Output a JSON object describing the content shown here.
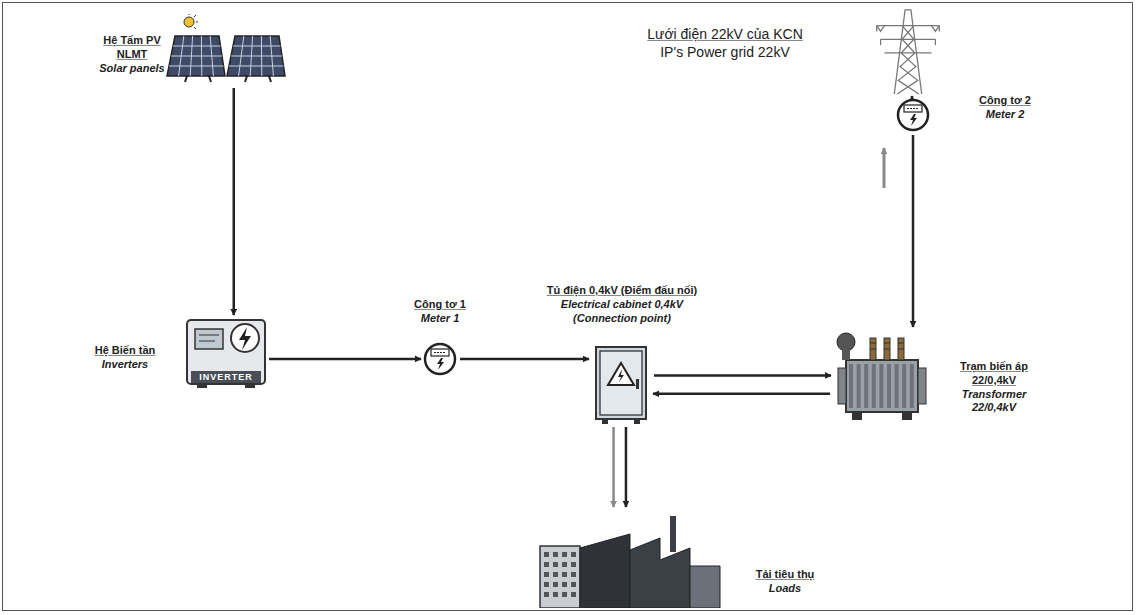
{
  "diagram": {
    "nodes": [
      {
        "text": [
          "Hệ Tấm PV NLMT",
          "Solar panels"
        ]
      },
      {
        "text": [
          "Lưới điện 22kV của KCN",
          "IP's Power grid 22kV"
        ]
      },
      {
        "text": [
          "Hệ Biến tần",
          "Inverters"
        ]
      },
      {
        "text": [
          "Công tơ 1",
          "Meter 1"
        ]
      },
      {
        "text": [
          "Tủ điện 0,4kV (Điểm đấu nối)",
          "Electrical cabinet 0,4kV (Connection point)"
        ]
      },
      {
        "text": [
          "Công tơ 2",
          "Meter 2"
        ]
      },
      {
        "text": [
          "Trạm biến áp 22/0,4kV",
          "Transformer 22/0,4kV"
        ]
      },
      {
        "text": [
          "Tải tiêu thụ",
          "Loads"
        ]
      }
    ],
    "edges": [
      {
        "from": 0,
        "to": 2,
        "arrow": "to"
      },
      {
        "from": 2,
        "to": 3,
        "arrow": "to"
      },
      {
        "from": 3,
        "to": 4,
        "arrow": "to"
      },
      {
        "from": 4,
        "to": 6,
        "arrow": "to"
      },
      {
        "from": 6,
        "to": 4,
        "arrow": "to"
      },
      {
        "from": 1,
        "to": 5,
        "arrow": "to"
      },
      {
        "from": 5,
        "to": 6,
        "arrow": "to"
      },
      {
        "from": 4,
        "to": 7,
        "arrow": "to"
      },
      {
        "from": 4,
        "to": 7,
        "arrow": "to"
      }
    ],
    "labels": [
      "INVERTER"
    ]
  }
}
